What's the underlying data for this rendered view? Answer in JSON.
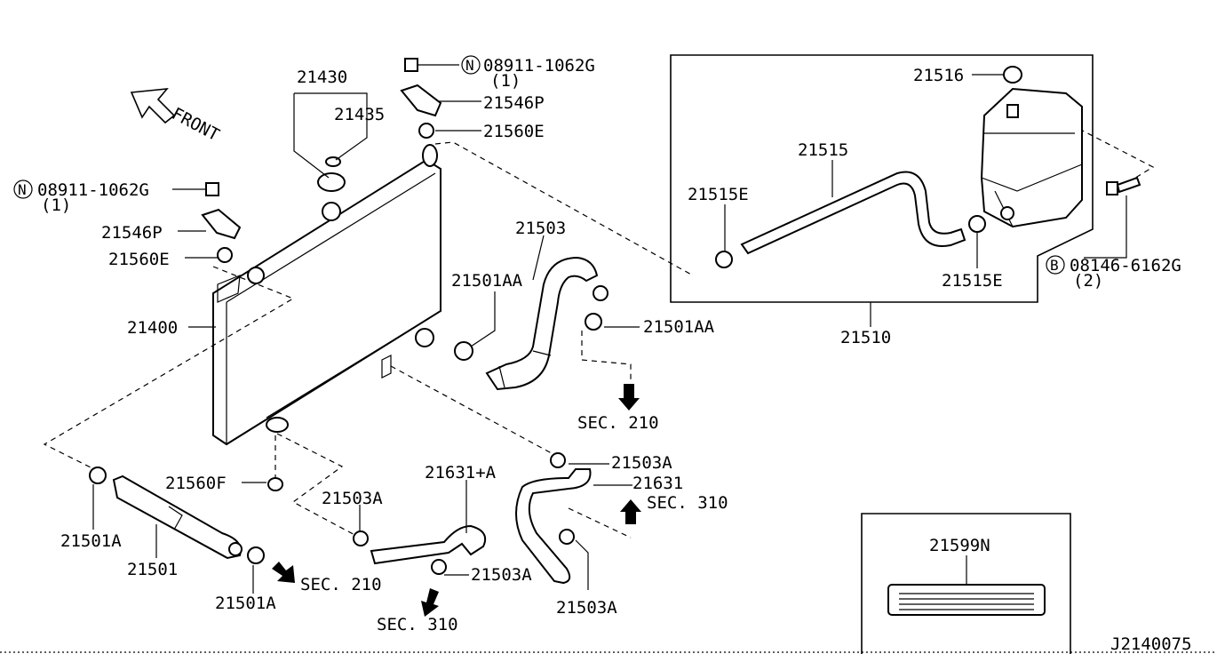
{
  "diagram_id": "J2140075",
  "front_label": "FRONT",
  "labels": {
    "p21430": "21430",
    "p21435": "21435",
    "nut_top": "08911-1062G",
    "nut_top_qty": "(1)",
    "bracket_top": "21546P",
    "grommet_top": "21560E",
    "nut_left": "08911-1062G",
    "nut_left_qty": "(1)",
    "bracket_left": "21546P",
    "grommet_left": "21560E",
    "radiator": "21400",
    "upper_hose": "21503",
    "clamp_upper_1": "21501AA",
    "clamp_upper_2": "21501AA",
    "sec210_right": "SEC. 210",
    "reservoir_cap": "21516",
    "reservoir_hose": "21515",
    "reservoir_clamp_l": "21515E",
    "reservoir_clamp_r": "21515E",
    "reservoir_bolt": "08146-6162G",
    "reservoir_bolt_qty": "(2)",
    "reservoir_asm": "21510",
    "grommet_bottom": "21560F",
    "lower_hose_clamp_l": "21501A",
    "lower_hose": "21501",
    "lower_hose_clamp_r": "21501A",
    "sec210_bottom": "SEC. 210",
    "oil_hose_clamp_a": "21503A",
    "oil_hose_a": "21631+A",
    "oil_hose_clamp_b": "21503A",
    "sec310_bottom": "SEC. 310",
    "oil_hose_clamp_c": "21503A",
    "oil_hose": "21631",
    "sec310_right": "SEC. 310",
    "oil_hose_clamp_d": "21503A",
    "label_plate": "21599N"
  },
  "markers": {
    "n_symbol": "N",
    "b_symbol": "B"
  }
}
